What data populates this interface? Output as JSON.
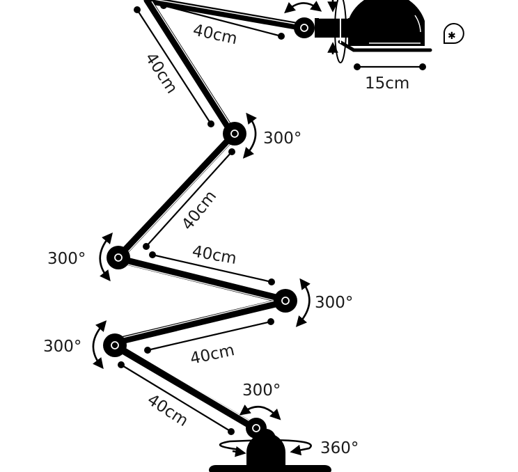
{
  "title": "Articulated lamp dimensions diagram",
  "colors": {
    "ink": "#000000",
    "background": "#ffffff",
    "text": "#1a1a1a"
  },
  "head": {
    "shade_width_label": "15cm",
    "icon": "bulb-icon"
  },
  "arms": [
    {
      "id": "arm-1",
      "length_label": "40cm"
    },
    {
      "id": "arm-2",
      "length_label": "40cm"
    },
    {
      "id": "arm-3",
      "length_label": "40cm"
    },
    {
      "id": "arm-4",
      "length_label": "40cm"
    },
    {
      "id": "arm-5",
      "length_label": "40cm"
    },
    {
      "id": "arm-6",
      "length_label": "40cm"
    }
  ],
  "joints": [
    {
      "id": "joint-1",
      "rotation_label": "300°"
    },
    {
      "id": "joint-2",
      "rotation_label": "300°"
    },
    {
      "id": "joint-3",
      "rotation_label": "300°"
    },
    {
      "id": "joint-4",
      "rotation_label": "300°"
    },
    {
      "id": "base-joint",
      "rotation_label": "300°"
    }
  ],
  "base": {
    "swivel_label": "360°"
  }
}
